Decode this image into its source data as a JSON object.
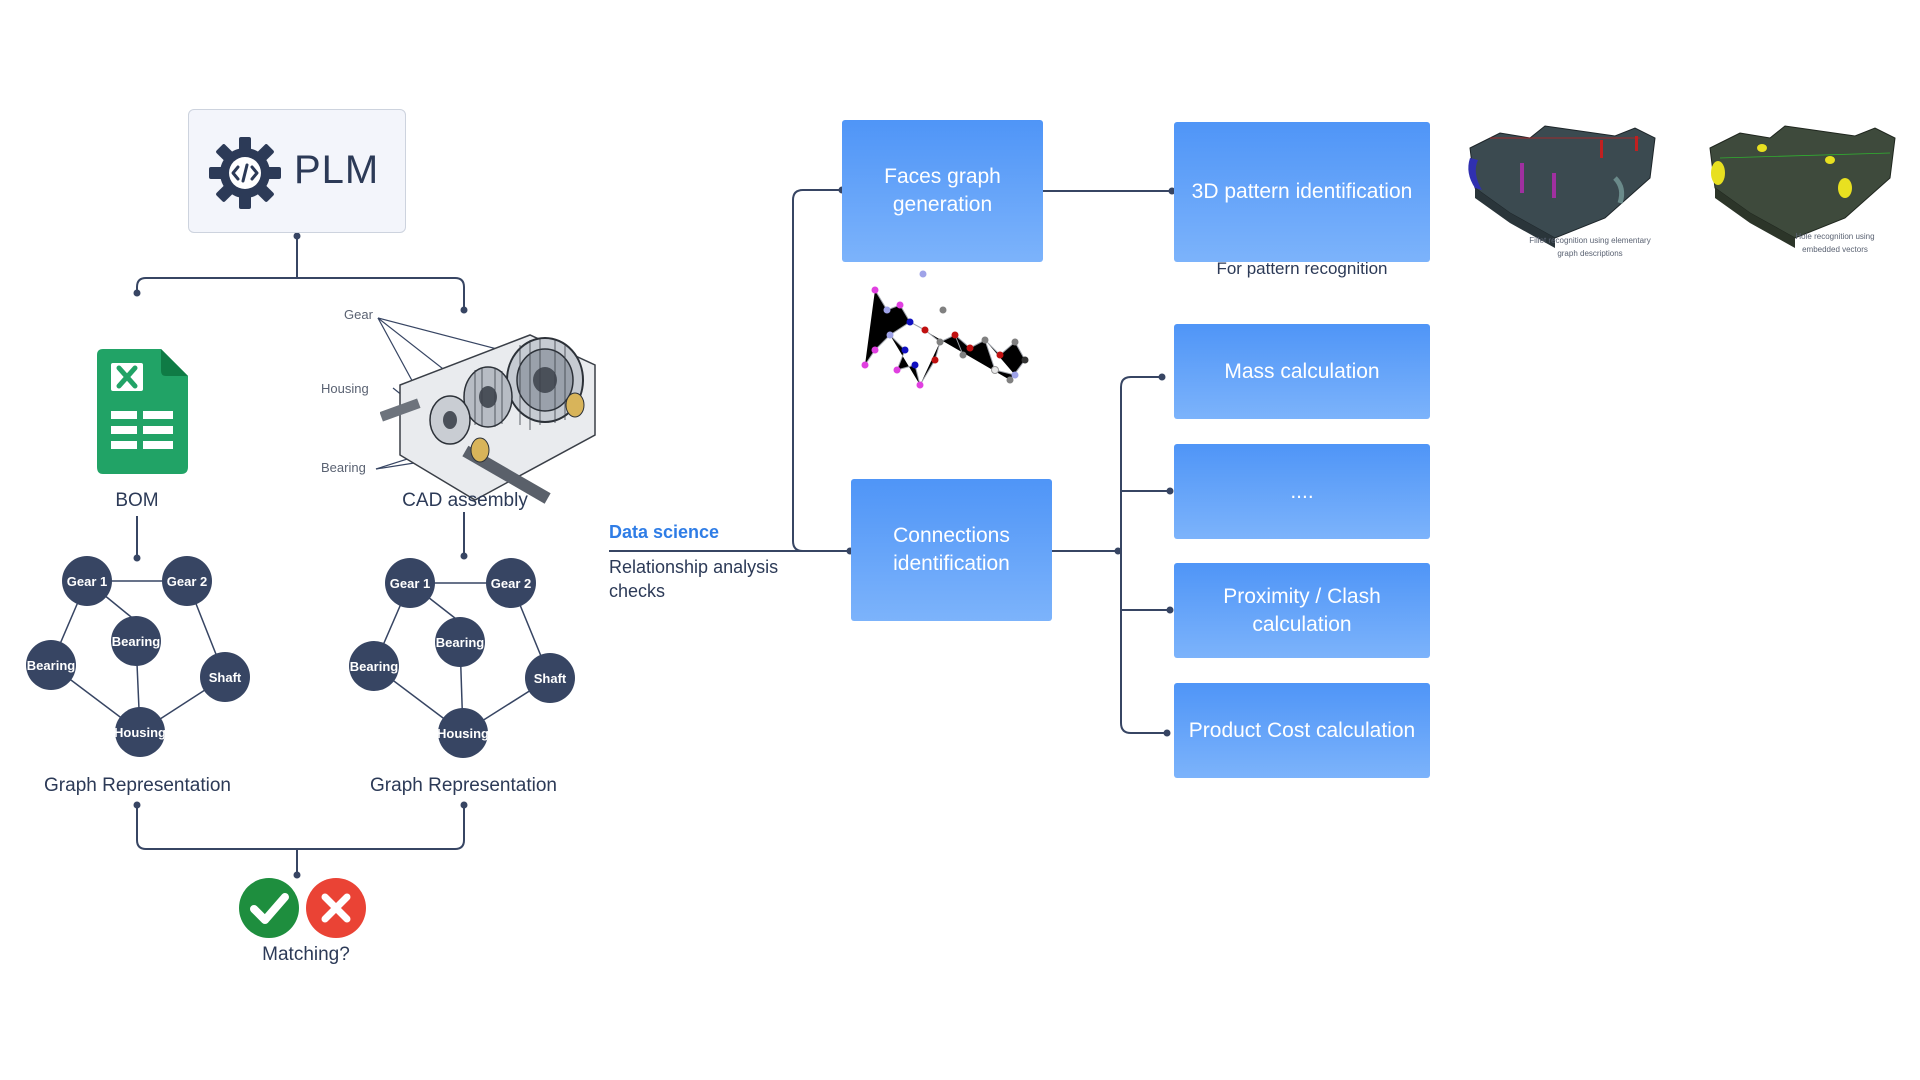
{
  "plm": {
    "label": "PLM",
    "icon": "gear-code-icon"
  },
  "bom": {
    "label": "BOM",
    "icon": "spreadsheet-icon"
  },
  "cad": {
    "label": "CAD assembly",
    "callouts": [
      "Gear",
      "Housing",
      "Bearing"
    ]
  },
  "graph_left": {
    "label": "Graph Representation",
    "nodes": [
      "Gear 1",
      "Gear 2",
      "Bearing",
      "Bearing",
      "Shaft",
      "Housing"
    ]
  },
  "graph_right": {
    "label": "Graph Representation",
    "nodes": [
      "Gear 1",
      "Gear 2",
      "Bearing",
      "Bearing",
      "Shaft",
      "Housing"
    ]
  },
  "matching": {
    "label": "Matching?",
    "yes_icon": "check-circle-icon",
    "no_icon": "x-circle-icon"
  },
  "data_science": {
    "title": "Data science",
    "line1": "Relationship analysis",
    "line2": "checks"
  },
  "boxes": {
    "faces": "Faces graph generation",
    "connections": "Connections identification",
    "pattern": "3D pattern identification",
    "mass": "Mass calculation",
    "ellipsis": "....",
    "proximity": "Proximity / Clash calculation",
    "cost": "Product Cost calculation"
  },
  "pattern_note": "For pattern recognition",
  "images": {
    "fillet_caption_1": "Fillet recognition using elementary",
    "fillet_caption_2": "graph descriptions",
    "hole_caption_1": "Hole recognition using",
    "hole_caption_2": "embedded vectors"
  },
  "colors": {
    "accent_blue": "#4f95f7",
    "node_navy": "#374563",
    "line": "#374563",
    "check_green": "#1e8e3e",
    "cross_red": "#ea4335"
  }
}
